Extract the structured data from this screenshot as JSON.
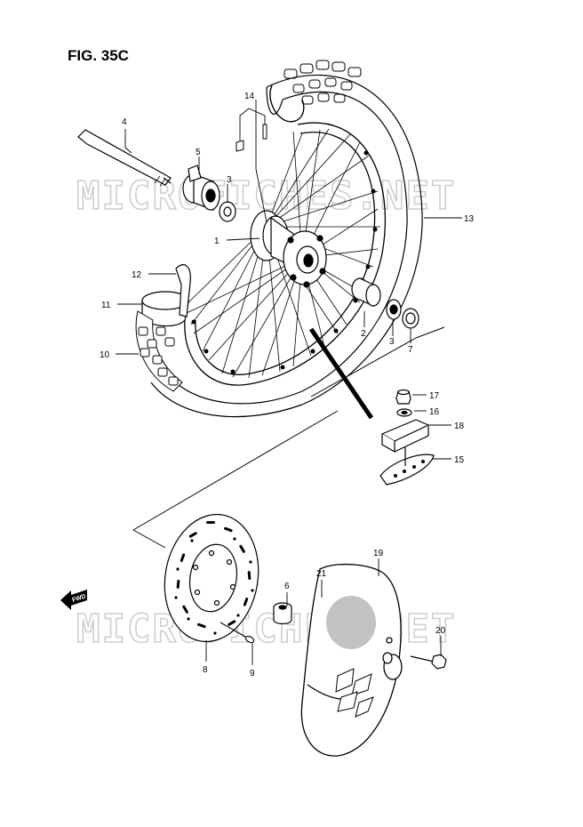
{
  "figure": {
    "title": "FIG. 35C",
    "direction_label": "FWD",
    "watermark": "MICROFICHES.NET"
  },
  "parts": [
    {
      "id": "1",
      "label": "1"
    },
    {
      "id": "2",
      "label": "2"
    },
    {
      "id": "3a",
      "label": "3"
    },
    {
      "id": "3b",
      "label": "3"
    },
    {
      "id": "4",
      "label": "4"
    },
    {
      "id": "5",
      "label": "5"
    },
    {
      "id": "6",
      "label": "6"
    },
    {
      "id": "7",
      "label": "7"
    },
    {
      "id": "8",
      "label": "8"
    },
    {
      "id": "9",
      "label": "9"
    },
    {
      "id": "10",
      "label": "10"
    },
    {
      "id": "11",
      "label": "11"
    },
    {
      "id": "12",
      "label": "12"
    },
    {
      "id": "13",
      "label": "13"
    },
    {
      "id": "14",
      "label": "14"
    },
    {
      "id": "15",
      "label": "15"
    },
    {
      "id": "16",
      "label": "16"
    },
    {
      "id": "17",
      "label": "17"
    },
    {
      "id": "18",
      "label": "18"
    },
    {
      "id": "19",
      "label": "19"
    },
    {
      "id": "20",
      "label": "20"
    },
    {
      "id": "21",
      "label": "21"
    }
  ]
}
